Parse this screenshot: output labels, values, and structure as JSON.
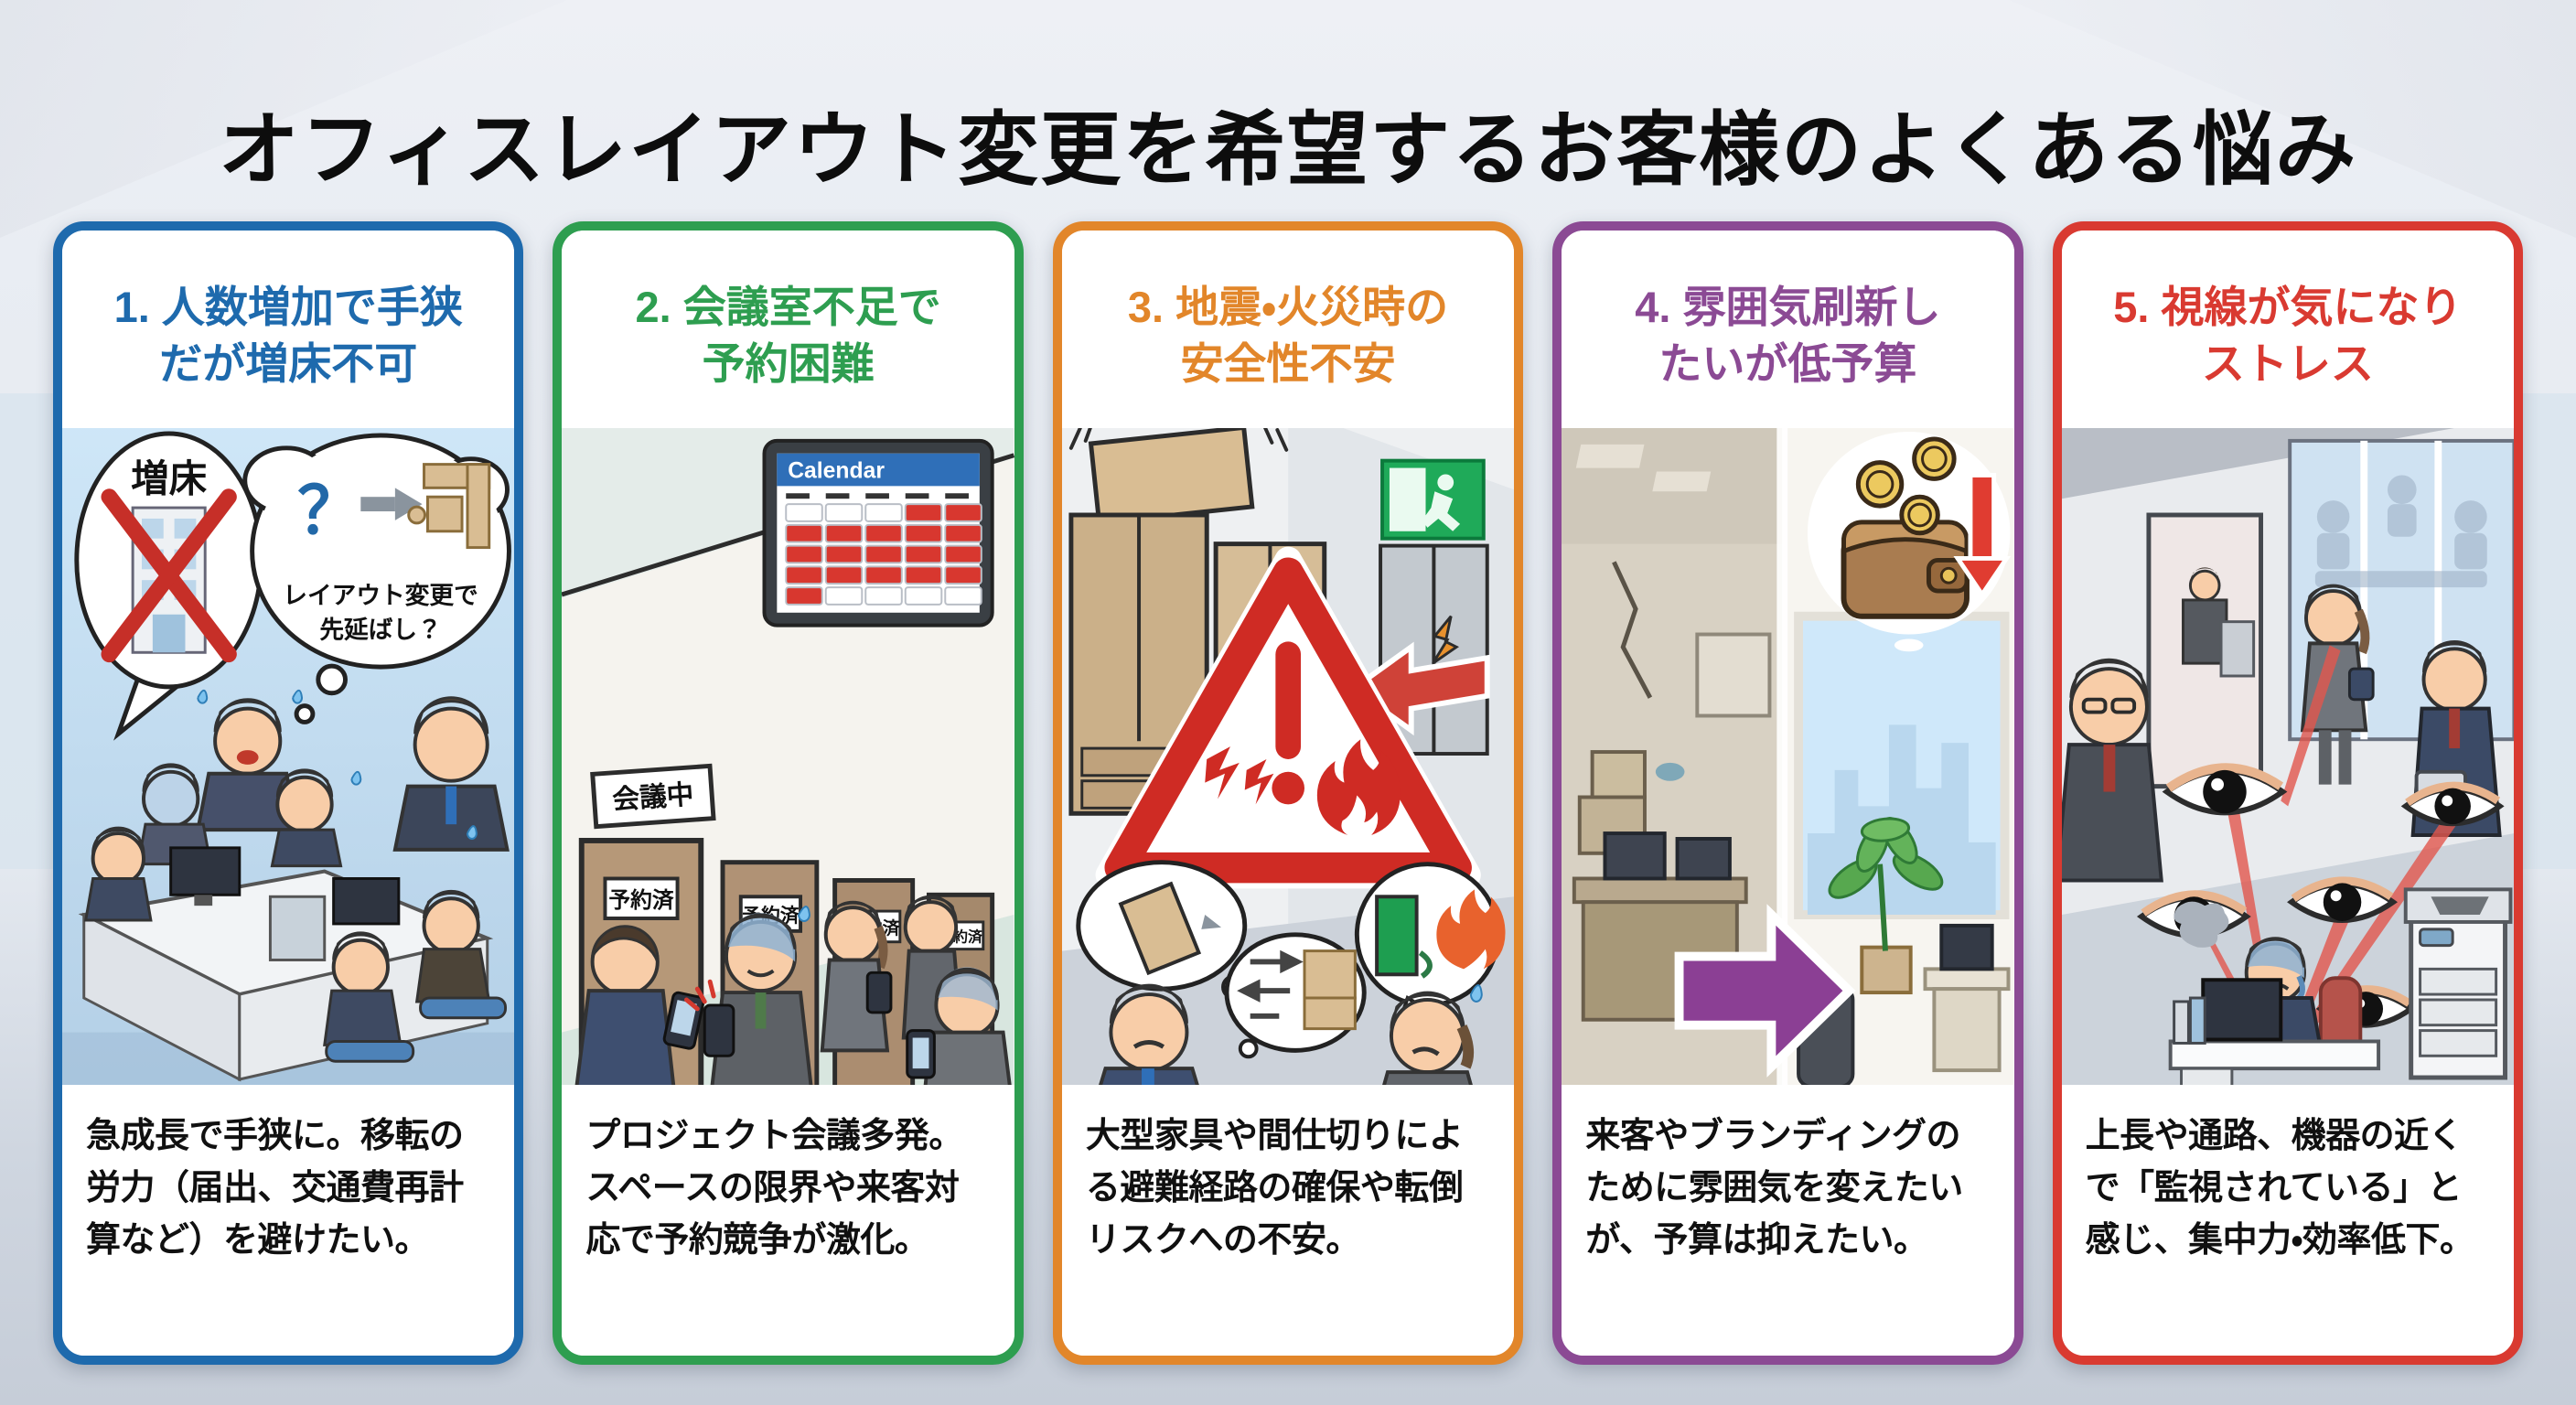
{
  "title": "オフィスレイアウト変更を希望するお客様のよくある悩み",
  "colors": {
    "panel1_blue": "#1e6aad",
    "panel2_green": "#2e9e50",
    "panel3_orange": "#e2862a",
    "panel4_purple": "#8b4a94",
    "panel5_red": "#d93a31",
    "title_text": "#0d0d0d",
    "booked_cell_red": "#d8372f",
    "calendar_header_blue": "#2f6fb8",
    "background": "#e9edf3"
  },
  "panels": [
    {
      "number": "1",
      "title_line1": "1. 人数増加で手狭",
      "title_line2": "だが増床不可",
      "description": "急成長で手狭に。移転の労力（届出、交通費再計算など）を避けたい。",
      "labels": {
        "banner": "増床",
        "question_mark": "？",
        "thought_line1": "レイアウト変更で",
        "thought_line2": "先延ばし？"
      }
    },
    {
      "number": "2",
      "title_line1": "2. 会議室不足で",
      "title_line2": "予約困難",
      "description": "プロジェクト会議多発。スペースの限界や来客対応で予約競争が激化。",
      "labels": {
        "calendar_title": "Calendar",
        "meeting_sign": "会議中",
        "door_sign": "予約済"
      },
      "calendar": {
        "pattern": [
          [
            0,
            0,
            0,
            1,
            1
          ],
          [
            1,
            1,
            1,
            1,
            1
          ],
          [
            1,
            1,
            1,
            1,
            1
          ],
          [
            1,
            1,
            1,
            1,
            1
          ],
          [
            1,
            0,
            0,
            0,
            0
          ]
        ]
      }
    },
    {
      "number": "3",
      "title_line1": "3. 地震・火災時の",
      "title_line2": "安全性不安",
      "description": "大型家具や間仕切りによる避難経路の確保や転倒リスクへの不安。"
    },
    {
      "number": "4",
      "title_line1": "4. 雰囲気刷新し",
      "title_line2": "たいが低予算",
      "description": "来客やブランディングのために雰囲気を変えたいが、予算は抑えたい。"
    },
    {
      "number": "5",
      "title_line1": "5. 視線が気になり",
      "title_line2": "ストレス",
      "description": "上長や通路、機器の近くで「監視されている」と感じ、集中力・効率低下。"
    }
  ]
}
